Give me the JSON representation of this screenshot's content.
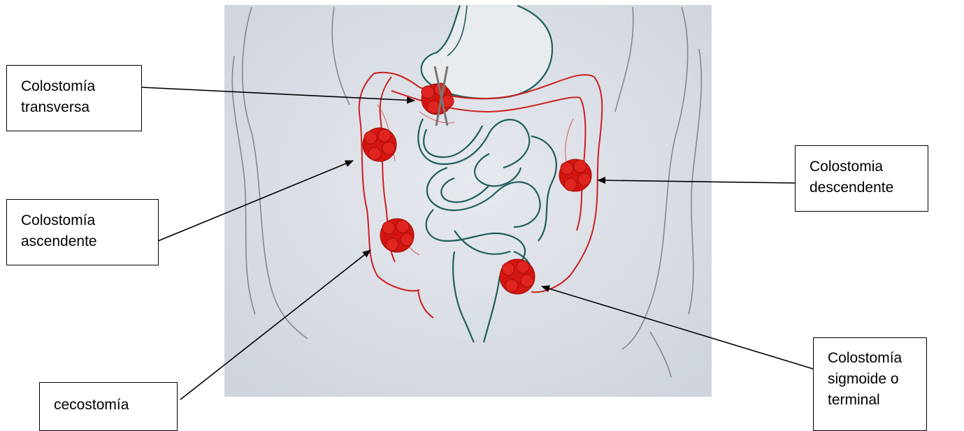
{
  "labels": {
    "transversa": [
      "Colostomía",
      "transversa"
    ],
    "ascendente": [
      "Colostomía",
      "ascendente"
    ],
    "cecostomia": [
      "cecostomía"
    ],
    "descendente": [
      "Colostomia",
      "descendente"
    ],
    "sigmoide": [
      "Colostomía",
      "sigmoide o",
      "terminal"
    ]
  },
  "colors": {
    "background": "#ffffff",
    "photo_bg": "#dfe3ea",
    "colon": "#cc1f1f",
    "stoma": "#d4150f",
    "intestine": "#1f5e5a",
    "sketch": "#6b6b6b"
  }
}
